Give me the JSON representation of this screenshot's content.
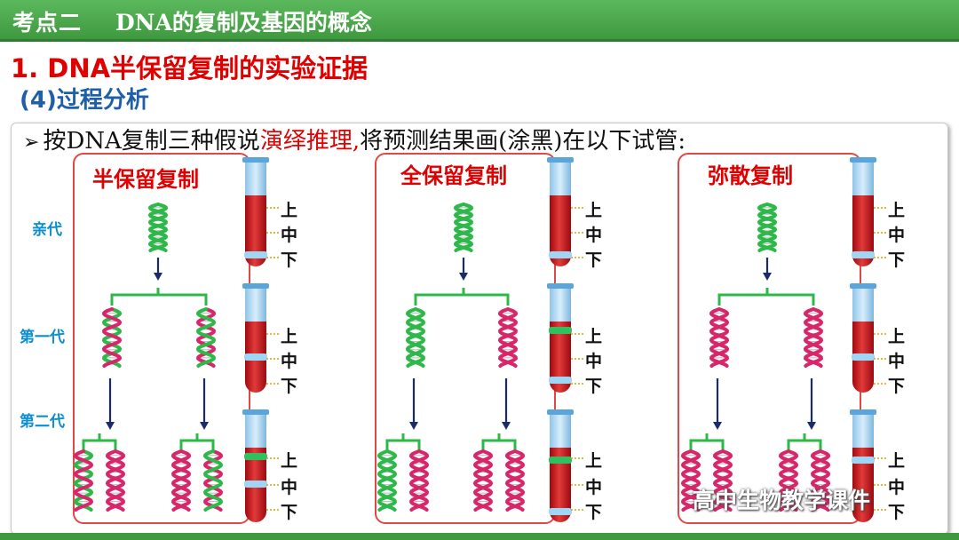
{
  "header": {
    "topic": "考点二",
    "title": "DNA的复制及基因的概念"
  },
  "section_title": "1. DNA半保留复制的实验证据",
  "subsection_title": "(4)过程分析",
  "instruction": {
    "before": "按DNA复制三种假说",
    "highlight": "演绎推理,",
    "after": "将预测结果画(涂黑)在以下试管:"
  },
  "generation_labels": [
    "亲代",
    "第一代",
    "第二代"
  ],
  "panels": [
    {
      "title": "半保留复制"
    },
    {
      "title": "全保留复制"
    },
    {
      "title": "弥散复制"
    }
  ],
  "tube_zones": [
    "上",
    "中",
    "下"
  ],
  "watermark": "高中生物教学课件",
  "colors": {
    "header": "#3f9a3f",
    "accent": "#e00000",
    "subtitle": "#1f5fa8",
    "parental_strand": "#2eb84a",
    "new_strand": "#d8266a",
    "tube_fill": "#c8161c"
  }
}
